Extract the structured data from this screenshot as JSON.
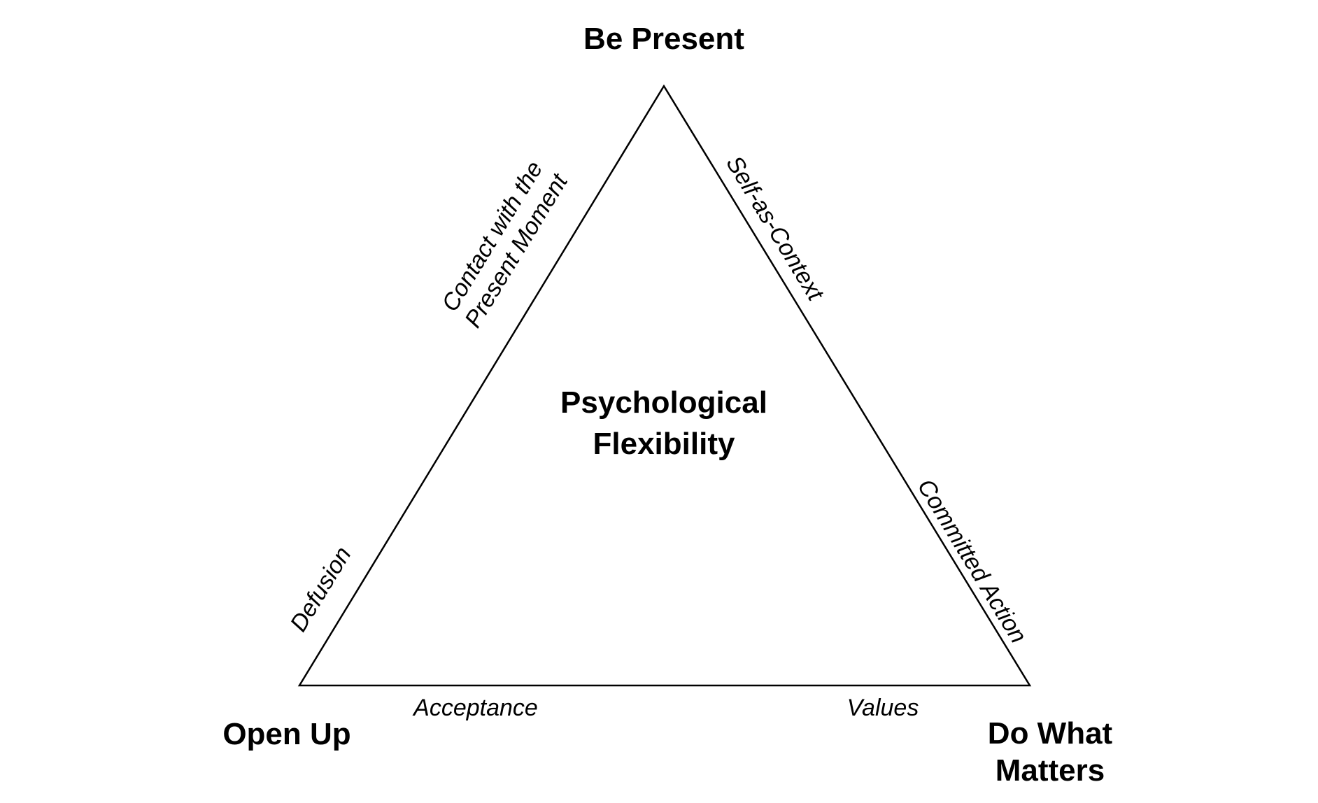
{
  "vertices": {
    "top": "Be Present",
    "bottom_left": "Open Up",
    "bottom_right": [
      "Do What",
      "Matters"
    ]
  },
  "center": [
    "Psychological",
    "Flexibility"
  ],
  "edges": {
    "left_upper": [
      "Contact with the",
      "Present Moment"
    ],
    "left_lower": "Defusion",
    "right_upper": "Self-as-Context",
    "right_lower": "Committed Action",
    "bottom_left": "Acceptance",
    "bottom_right": "Values"
  },
  "colors": {
    "line": "#000000",
    "text": "#000000",
    "background": "#ffffff"
  }
}
